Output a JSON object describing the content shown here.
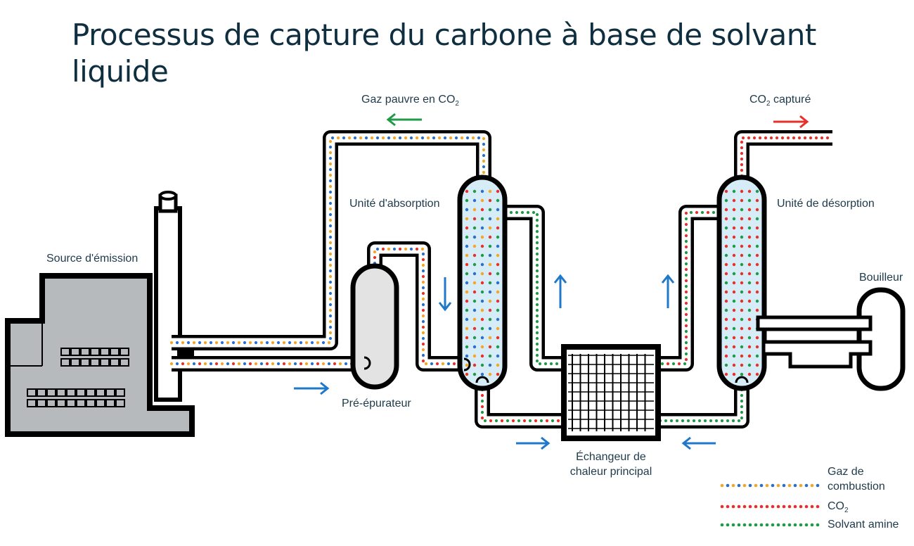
{
  "title": "Processus de capture du carbone à base de solvant liquide",
  "labels": {
    "lean_gas": "Gaz pauvre en CO",
    "lean_gas_sub": "2",
    "captured": "CO",
    "captured_sub": "2",
    "captured_suffix": " capturé",
    "absorber": "Unité d'absorption",
    "desorber": "Unité de désorption",
    "source": "Source d'émission",
    "boiler": "Bouilleur",
    "prescrubber": "Pré-épurateur",
    "hx_line1": "Échangeur de",
    "hx_line2": "chaleur principal"
  },
  "legend": {
    "flue_gas_line1": "Gaz de",
    "flue_gas_line2": "combustion",
    "co2": "CO",
    "co2_sub": "2",
    "amine": "Solvant amine"
  },
  "colors": {
    "flue_orange": "#f5a623",
    "flue_blue": "#2b6fc9",
    "co2_red": "#e8302a",
    "amine_green": "#1f9a46",
    "arrow_blue": "#1f78c8",
    "arrow_green": "#1f9a46",
    "arrow_red": "#e8302a",
    "vessel_fill": "#d6ecf7",
    "gray": "#b5b8bb"
  }
}
